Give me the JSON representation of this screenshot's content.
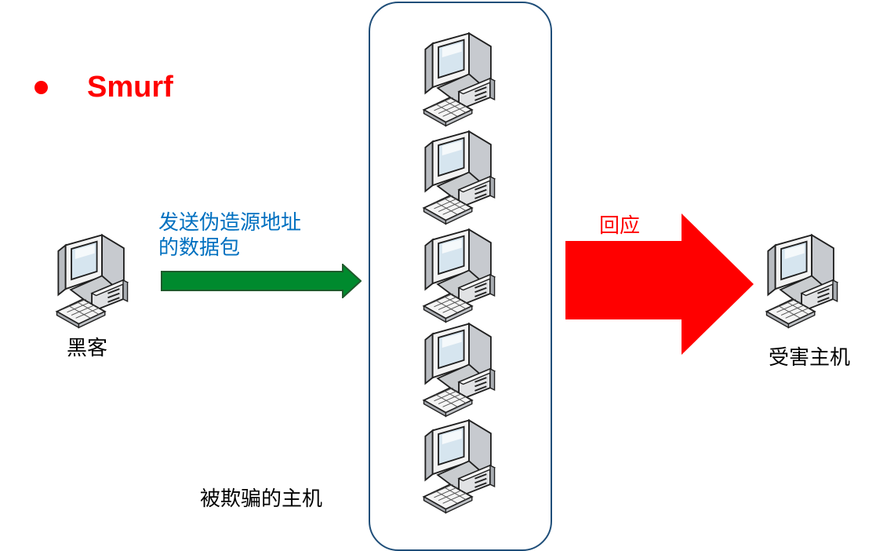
{
  "title": {
    "bullet": "●",
    "text": "Smurf"
  },
  "labels": {
    "hacker": "黑客",
    "spoofed_line1": "发送伪造源地址",
    "spoofed_line2": "的数据包",
    "reply": "回应",
    "victim": "受害主机",
    "deceived_hosts": "被欺骗的主机"
  },
  "icons": {
    "hacker_computer": "desktop-computer-icon",
    "deceived_computer": "desktop-computer-icon",
    "victim_computer": "desktop-computer-icon"
  },
  "colors": {
    "title": "#ff0000",
    "spoofed_text": "#0070c0",
    "send_arrow": "#008a2e",
    "reply_arrow": "#ff0000",
    "hosts_box_border": "#1f4e79"
  }
}
